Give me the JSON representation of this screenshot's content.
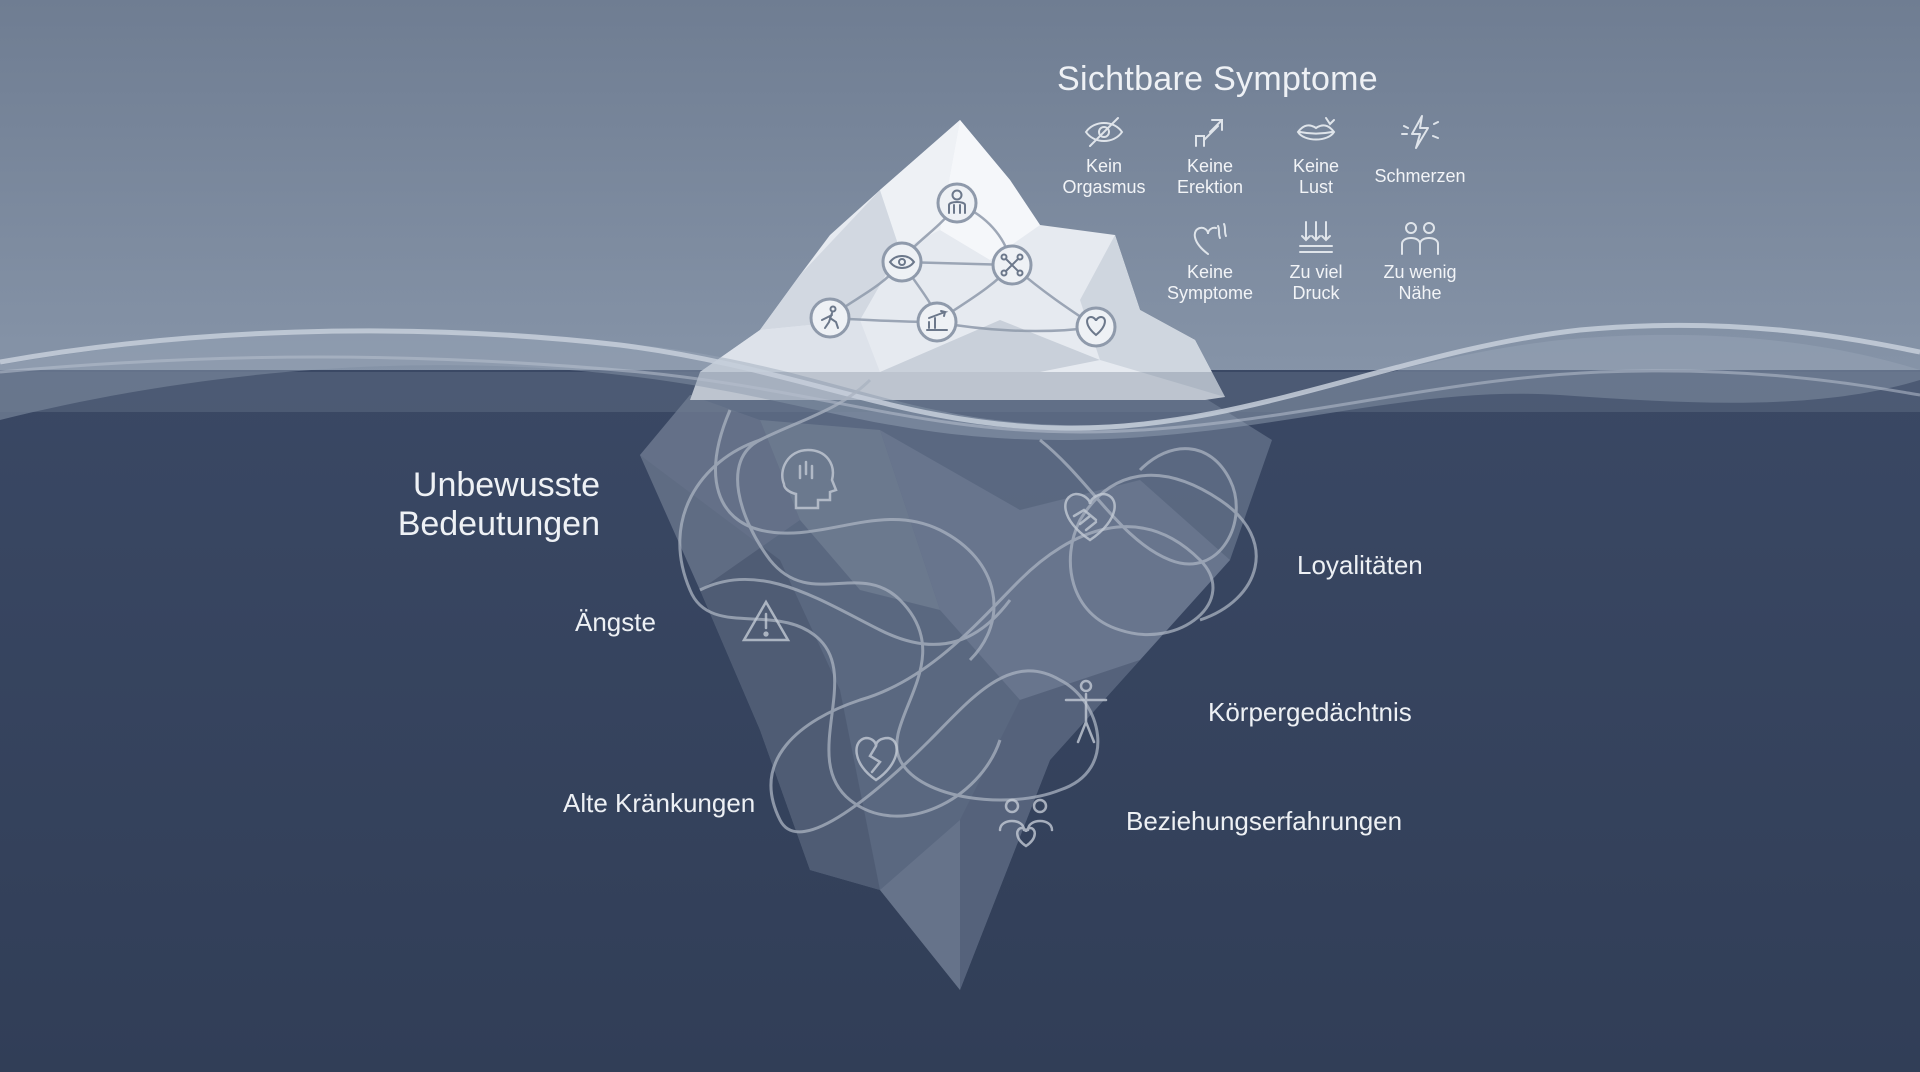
{
  "visible_symptoms": {
    "heading": "Sichtbare Symptome",
    "items": [
      {
        "label_l1": "Kein",
        "label_l2": "Orgasmus",
        "icon": "eye-slash-icon"
      },
      {
        "label_l1": "Keine",
        "label_l2": "Erektion",
        "icon": "rising-arrow-icon"
      },
      {
        "label_l1": "Keine",
        "label_l2": "Lust",
        "icon": "lips-icon"
      },
      {
        "label_l1": "Schmerzen",
        "label_l2": "",
        "icon": "lightning-icon"
      },
      {
        "label_l1": "Keine",
        "label_l2": "Symptome",
        "icon": "heart-wave-icon"
      },
      {
        "label_l1": "Zu viel",
        "label_l2": "Druck",
        "icon": "down-arrows-icon"
      },
      {
        "label_l1": "Zu wenig",
        "label_l2": "Nähe",
        "icon": "two-people-icon"
      }
    ]
  },
  "unconscious_meanings": {
    "heading_l1": "Unbewusste",
    "heading_l2": "Bedeutungen",
    "items": [
      {
        "label": "Ängste",
        "icon": "warning-triangle-icon"
      },
      {
        "label": "Alte Kränkungen",
        "icon": "broken-heart-icon"
      },
      {
        "label": "Loyalitäten",
        "icon": "handshake-heart-icon"
      },
      {
        "label": "Körpergedächtnis",
        "icon": "human-figure-icon"
      },
      {
        "label": "Beziehungserfahrungen",
        "icon": "family-heart-icon"
      }
    ],
    "extra_icon": "head-thoughts-icon"
  },
  "network_icons": [
    "person-icon",
    "eye-icon",
    "command-icon",
    "walking-person-icon",
    "rising-chart-icon",
    "heart-icon"
  ],
  "colors": {
    "sky": "#7f8da0",
    "deep_water": "#34425c",
    "iceberg_tip": "#e9edf2",
    "text": "#eef1f5"
  }
}
